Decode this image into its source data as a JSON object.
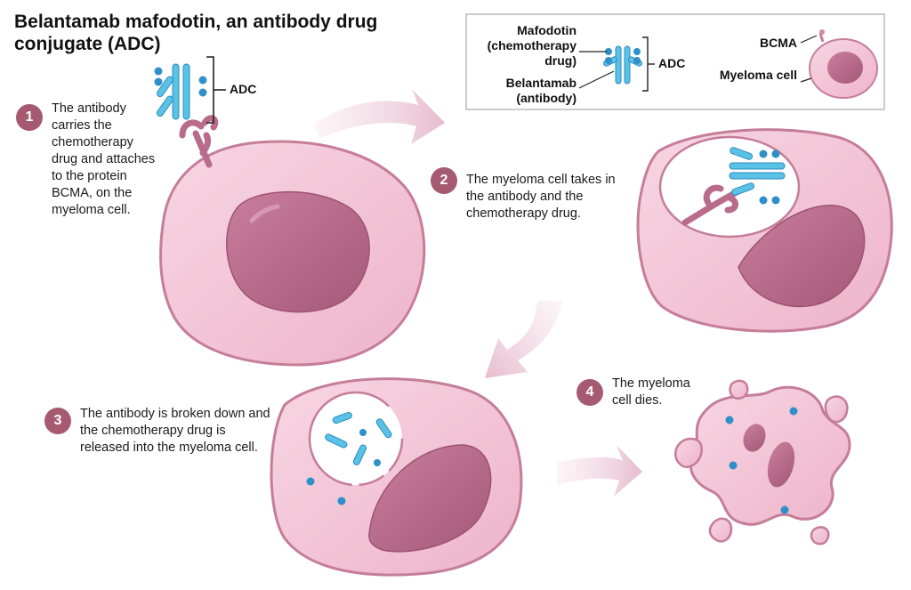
{
  "title": "Belantamab mafodotin, an antibody drug conjugate (ADC)",
  "legend": {
    "mafodotin": "Mafodotin (chemotherapy drug)",
    "belantamab": "Belantamab (antibody)",
    "adc": "ADC",
    "bcma": "BCMA",
    "myeloma_cell": "Myeloma cell"
  },
  "steps": [
    {
      "number": "1",
      "text": "The antibody carries the chemotherapy drug and attaches to the protein BCMA, on the myeloma cell.",
      "tag": "ADC"
    },
    {
      "number": "2",
      "text": "The myeloma cell takes in the antibody and the chemotherapy drug."
    },
    {
      "number": "3",
      "text": "The antibody is broken down and the chemotherapy drug is released into the myeloma cell."
    },
    {
      "number": "4",
      "text": "The myeloma cell dies."
    }
  ],
  "colors": {
    "badge": "#a65a72",
    "cell_fill": "#f2c3d4",
    "cell_stroke": "#c57d98",
    "nucleus": "#b86b8a",
    "antibody": "#5bc2e7",
    "drug_dot": "#2f8fc9",
    "arrow": "#ecc9d6"
  }
}
